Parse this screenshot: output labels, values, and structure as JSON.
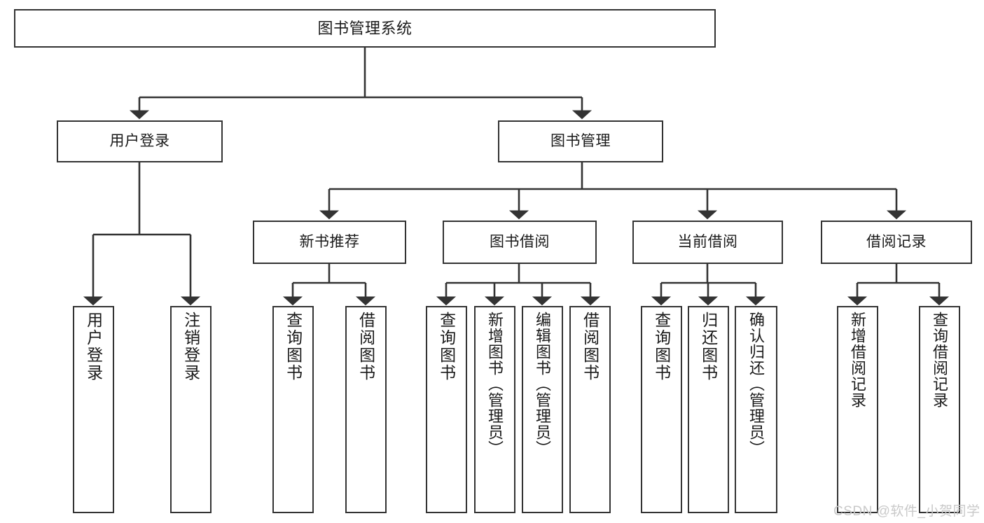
{
  "diagram": {
    "type": "tree",
    "title": "图书管理系统",
    "orientation": "top-down",
    "levels": 4,
    "root": {
      "label": "图书管理系统"
    },
    "level2": [
      {
        "label": "用户登录"
      },
      {
        "label": "图书管理"
      }
    ],
    "level3": [
      {
        "label": "新书推荐"
      },
      {
        "label": "图书借阅"
      },
      {
        "label": "当前借阅"
      },
      {
        "label": "借阅记录"
      }
    ],
    "leaves": {
      "user_login": [
        {
          "label": "用户登录"
        },
        {
          "label": "注销登录"
        }
      ],
      "new_book_recommend": [
        {
          "label": "查询图书"
        },
        {
          "label": "借阅图书"
        }
      ],
      "book_borrow": [
        {
          "label": "查询图书"
        },
        {
          "label": "新增图书（管理员）"
        },
        {
          "label": "编辑图书（管理员）"
        },
        {
          "label": "借阅图书"
        }
      ],
      "current_borrow": [
        {
          "label": "查询图书"
        },
        {
          "label": "归还图书"
        },
        {
          "label": "确认归还（管理员）"
        }
      ],
      "borrow_record": [
        {
          "label": "新增借阅记录"
        },
        {
          "label": "查询借阅记录"
        }
      ]
    }
  },
  "watermark": {
    "text": "CSDN @软件_小贺同学"
  },
  "colors": {
    "stroke": "#333333",
    "background": "#ffffff",
    "text": "#1a1a1a",
    "watermark": "#c9c9c9"
  }
}
